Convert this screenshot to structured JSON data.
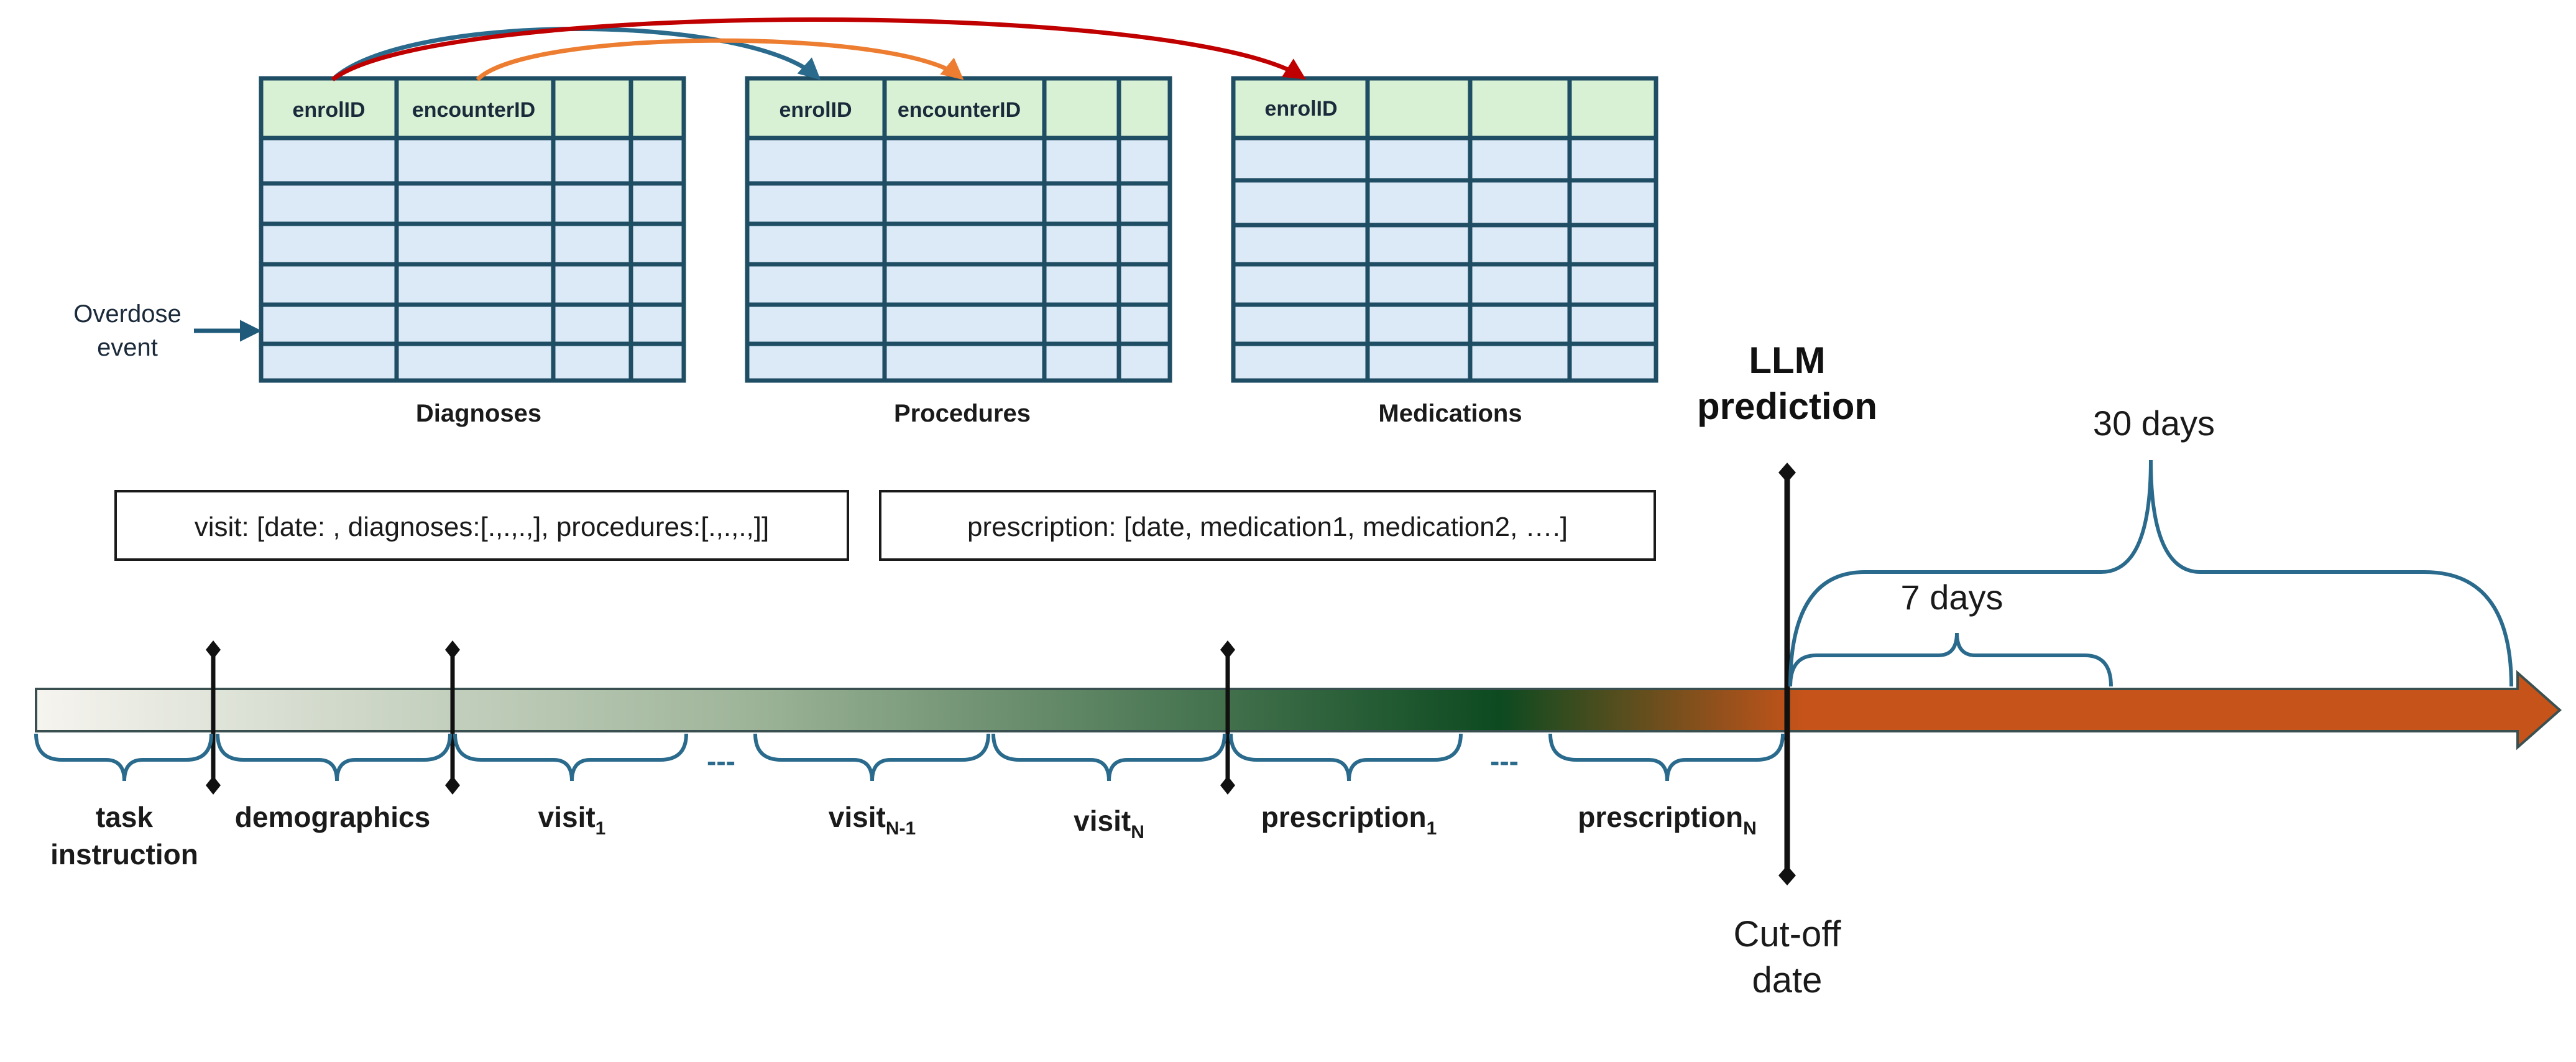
{
  "tables": [
    {
      "caption": "Diagnoses",
      "headers": [
        "enrolID",
        "encounterID",
        "",
        ""
      ]
    },
    {
      "caption": "Procedures",
      "headers": [
        "enrolID",
        "encounterID",
        "",
        ""
      ]
    },
    {
      "caption": "Medications",
      "headers": [
        "enrolID",
        "",
        "",
        ""
      ]
    }
  ],
  "overdose_label": [
    "Overdose",
    "event"
  ],
  "schemas": {
    "visit": "visit: [date: , diagnoses:[.,.,.,], procedures:[.,.,.,]]",
    "prescription": "prescription: [date, medication1, medication2, ….]"
  },
  "timeline": {
    "segments": [
      {
        "lines": [
          "task",
          "instruction"
        ]
      },
      {
        "main": "demographics",
        "sub": ""
      },
      {
        "main": "visit",
        "sub": "1"
      },
      {
        "main": "visit",
        "sub": "N-1"
      },
      {
        "main": "visit",
        "sub": "N"
      },
      {
        "main": "prescription",
        "sub": "1"
      },
      {
        "main": "prescription",
        "sub": "N"
      }
    ],
    "ellipsis": [
      "---",
      "---"
    ]
  },
  "prediction_label": [
    "LLM",
    "prediction"
  ],
  "cutoff_label": [
    "Cut-off",
    "date"
  ],
  "windows": {
    "short": "7 days",
    "long": "30 days"
  },
  "colors": {
    "grid": "#1f4e64",
    "header_fill": "#d8f0d4",
    "cell_fill": "#dce9f6",
    "link_blue": "#2a6a8c",
    "link_orange": "#ed7d31",
    "link_red": "#c00000",
    "bar_start": "#f6f4ef",
    "bar_mid": "#0d4a20",
    "bar_end": "#c5531a"
  }
}
